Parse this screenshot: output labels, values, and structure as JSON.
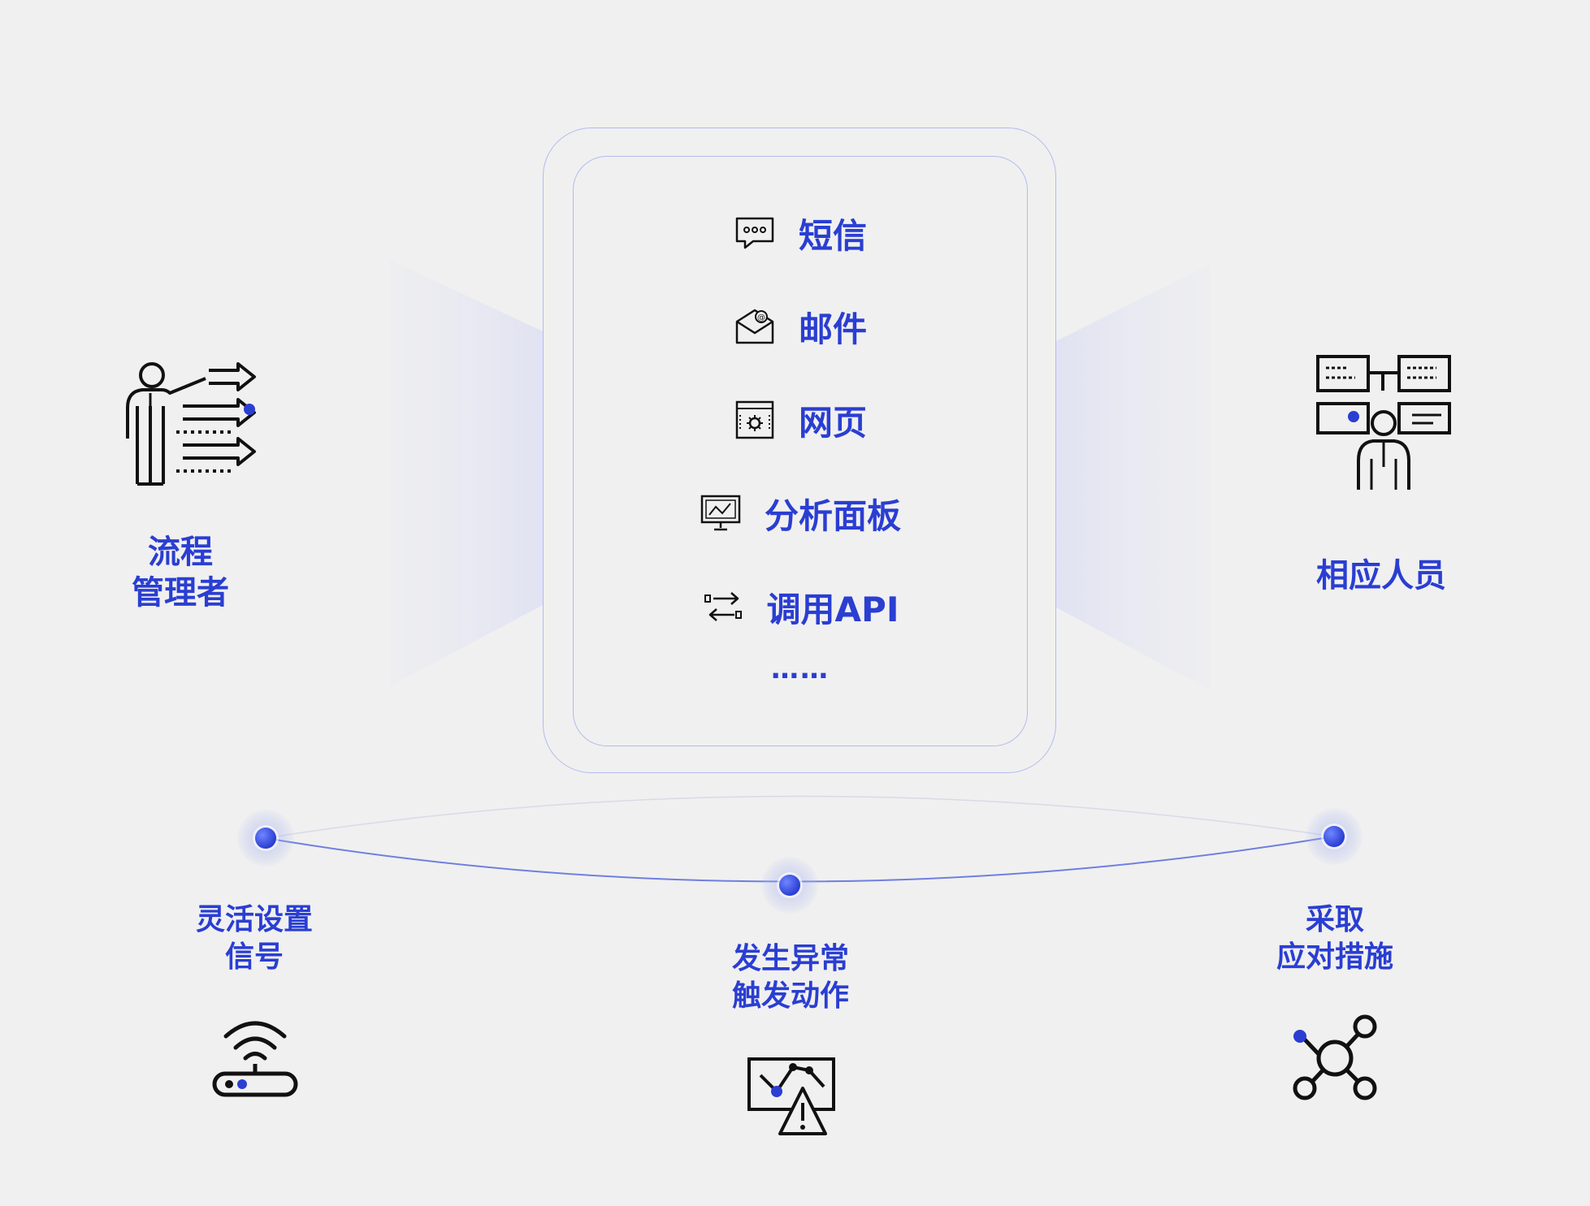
{
  "actors": {
    "left": {
      "label_line1": "流程",
      "label_line2": "管理者",
      "icon": "presenter-arrows-icon"
    },
    "right": {
      "label": "相应人员",
      "icon": "person-network-icon"
    }
  },
  "channels": [
    {
      "label": "短信",
      "icon": "chat-bubble-icon"
    },
    {
      "label": "邮件",
      "icon": "email-envelope-icon"
    },
    {
      "label": "网页",
      "icon": "webpage-gear-icon"
    },
    {
      "label": "分析面板",
      "icon": "monitor-chart-icon"
    },
    {
      "label": "调用API",
      "icon": "swap-arrows-icon"
    }
  ],
  "ellipsis": "……",
  "stages": [
    {
      "line1": "灵活设置",
      "line2": "信号",
      "icon": "router-wifi-icon"
    },
    {
      "line1": "发生异常",
      "line2": "触发动作",
      "icon": "chart-warning-icon"
    },
    {
      "line1": "采取",
      "line2": "应对措施",
      "icon": "network-nodes-icon"
    }
  ],
  "colors": {
    "accent": "#2a3ed2",
    "background": "#f0f0f0",
    "outline": "#9aa5ea"
  }
}
